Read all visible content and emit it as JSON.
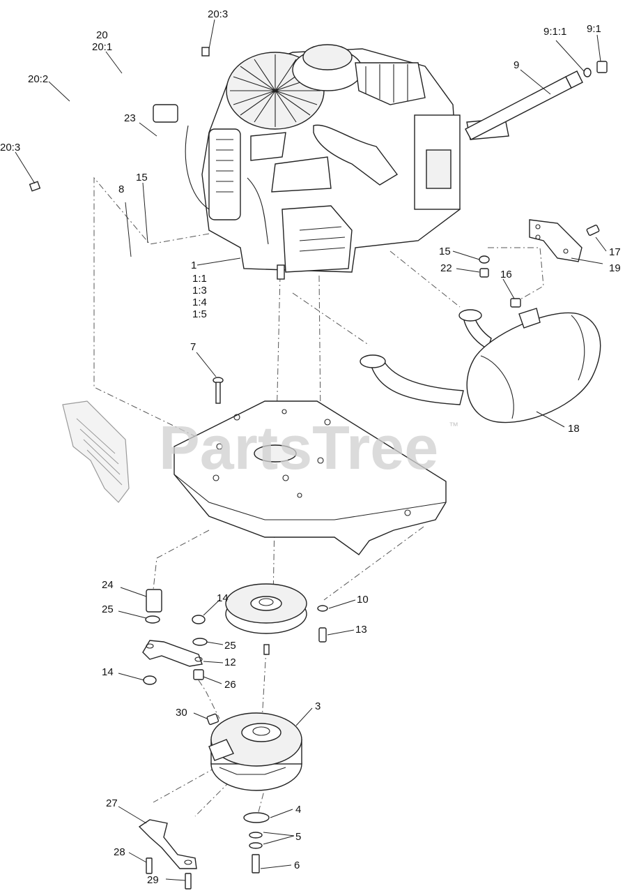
{
  "watermark": {
    "text": "PartsTree",
    "trademark": "™"
  },
  "callouts": {
    "c20": "20",
    "c20_1": "20:1",
    "c20_2": "20:2",
    "c20_3a": "20:3",
    "c20_3b": "20:3",
    "c9": "9",
    "c9_1_1": "9:1:1",
    "c9_1": "9:1",
    "c23": "23",
    "c15a": "15",
    "c8": "8",
    "c1": "1",
    "c1_1": "1:1",
    "c1_3": "1:3",
    "c1_4": "1:4",
    "c1_5": "1:5",
    "c15b": "15",
    "c22": "22",
    "c16": "16",
    "c17": "17",
    "c19": "19",
    "c18": "18",
    "c7": "7",
    "c24": "24",
    "c25a": "25",
    "c14a": "14",
    "c25b": "25",
    "c12": "12",
    "c14b": "14",
    "c26": "26",
    "c10": "10",
    "c13": "13",
    "c30": "30",
    "c3": "3",
    "c27": "27",
    "c28": "28",
    "c29": "29",
    "c4": "4",
    "c5": "5",
    "c6": "6"
  }
}
